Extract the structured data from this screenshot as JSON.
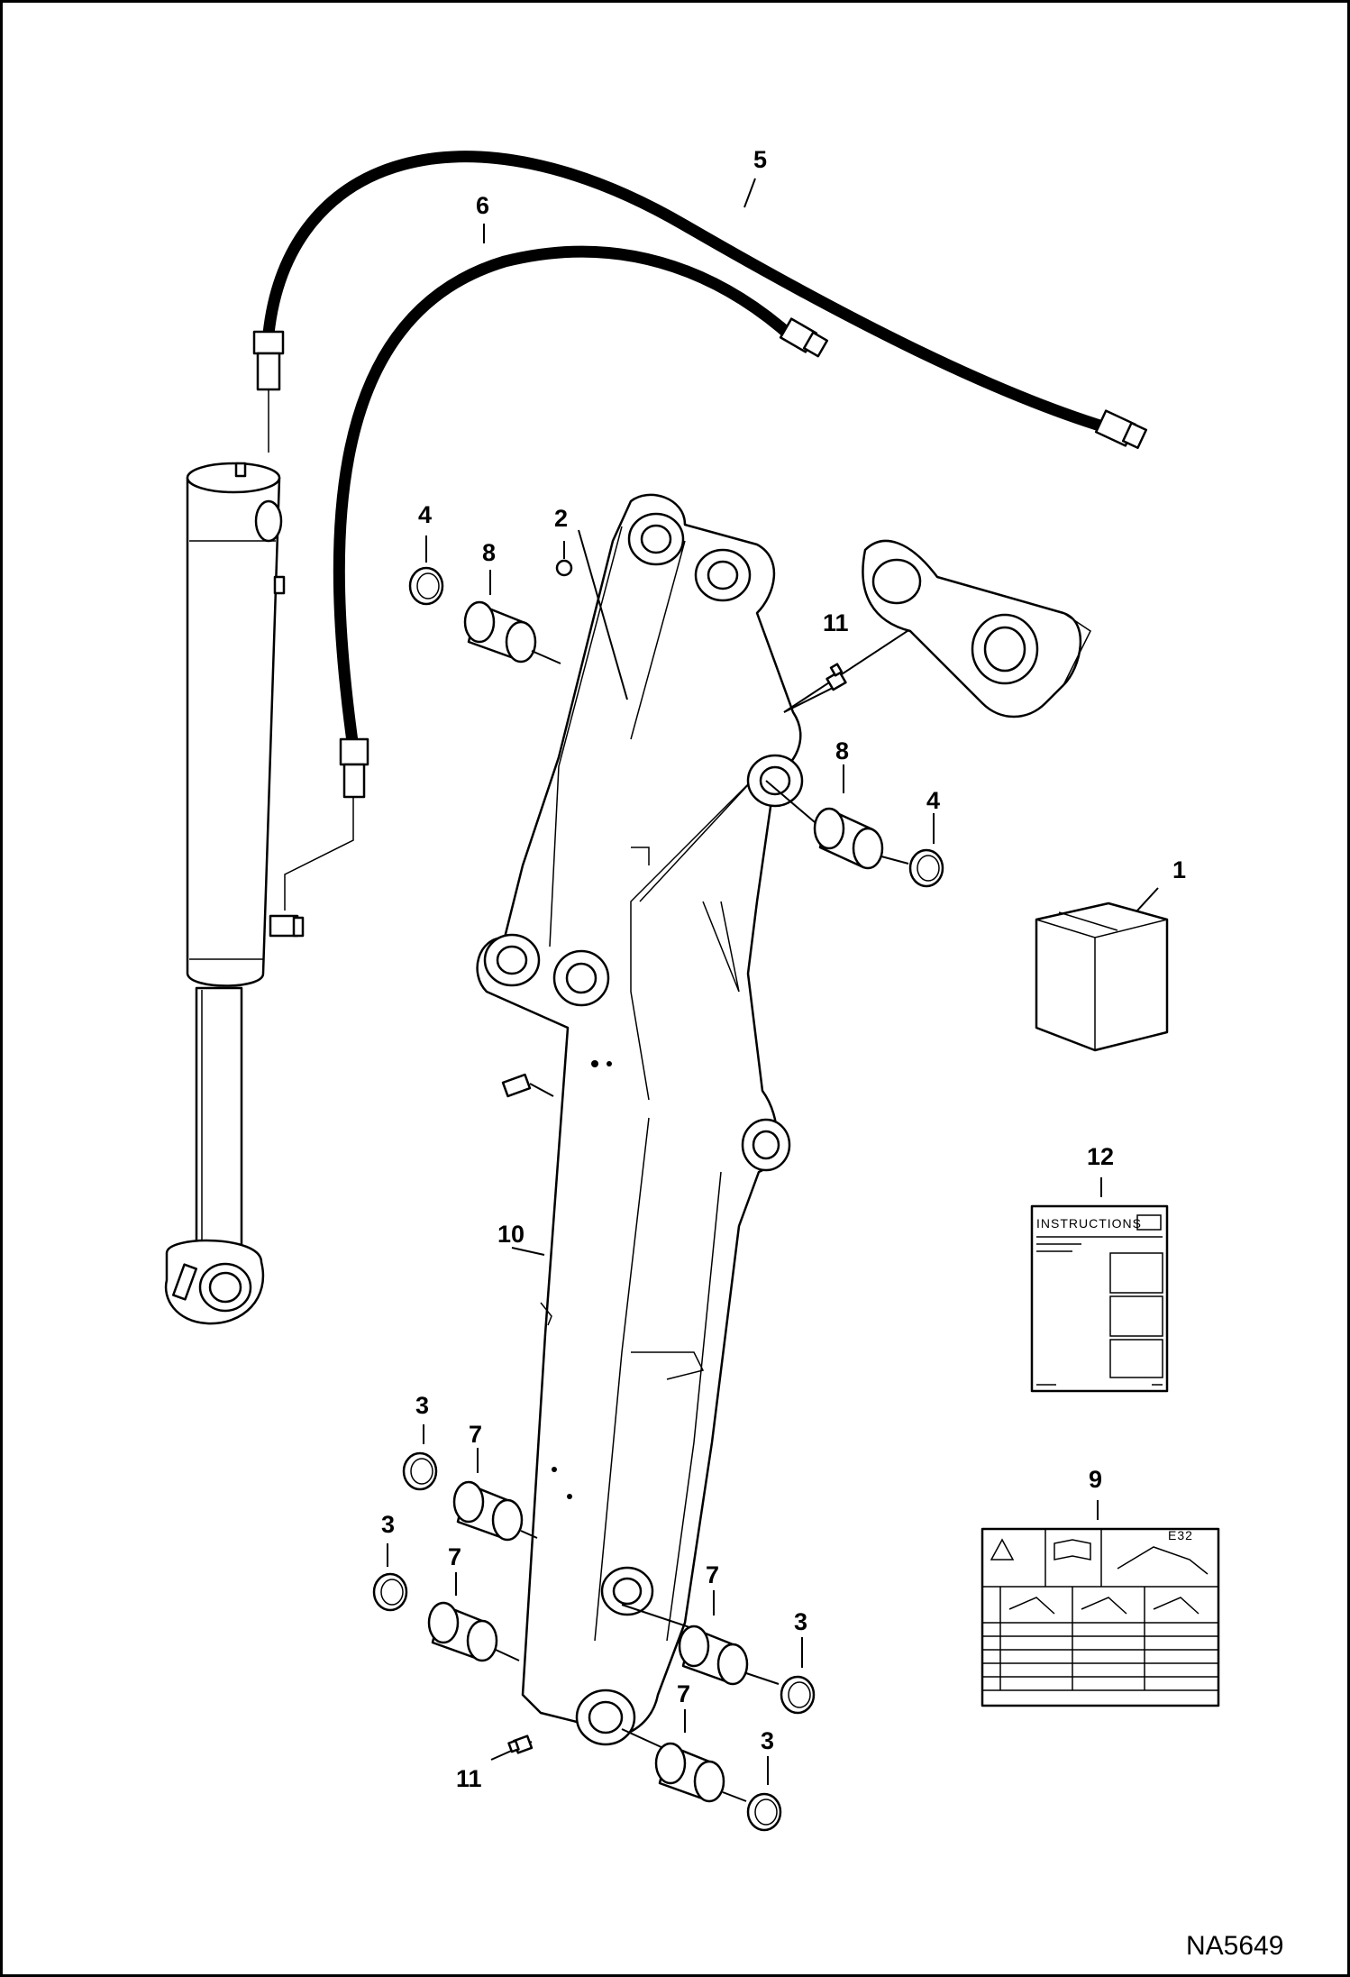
{
  "drawing_id": "NA5649",
  "callouts": [
    {
      "id": "c1",
      "label": "1"
    },
    {
      "id": "c2",
      "label": "2"
    },
    {
      "id": "c3a",
      "label": "3"
    },
    {
      "id": "c3b",
      "label": "3"
    },
    {
      "id": "c3c",
      "label": "3"
    },
    {
      "id": "c3d",
      "label": "3"
    },
    {
      "id": "c4a",
      "label": "4"
    },
    {
      "id": "c4b",
      "label": "4"
    },
    {
      "id": "c5",
      "label": "5"
    },
    {
      "id": "c6",
      "label": "6"
    },
    {
      "id": "c7a",
      "label": "7"
    },
    {
      "id": "c7b",
      "label": "7"
    },
    {
      "id": "c7c",
      "label": "7"
    },
    {
      "id": "c7d",
      "label": "7"
    },
    {
      "id": "c8a",
      "label": "8"
    },
    {
      "id": "c8b",
      "label": "8"
    },
    {
      "id": "c9",
      "label": "9"
    },
    {
      "id": "c10",
      "label": "10"
    },
    {
      "id": "c11a",
      "label": "11"
    },
    {
      "id": "c11b",
      "label": "11"
    },
    {
      "id": "c12",
      "label": "12"
    }
  ],
  "manual": {
    "title": "INSTRUCTIONS"
  },
  "decal": {
    "model": "E32"
  }
}
